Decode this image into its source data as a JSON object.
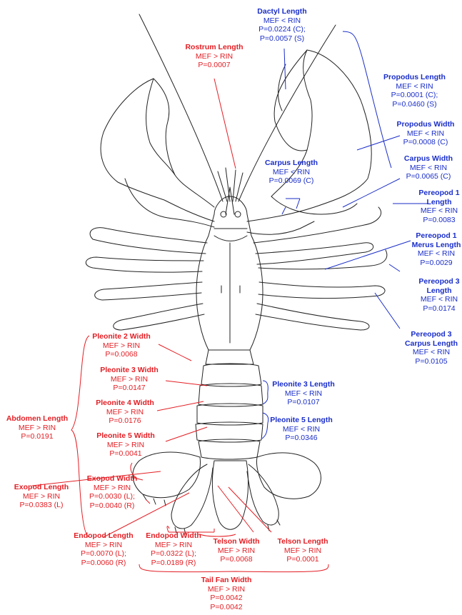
{
  "colors": {
    "increase": "#e31e24",
    "decrease": "#1a2ec9",
    "drawing": "#222222"
  },
  "labels": {
    "dactyl_length": {
      "title": "Dactyl Length",
      "lines": [
        "MEF < RIN",
        "P=0.0224 (C);",
        "P=0.0057 (S)"
      ]
    },
    "rostrum_length": {
      "title": "Rostrum Length",
      "lines": [
        "MEF > RIN",
        "P=0.0007"
      ]
    },
    "propodus_length": {
      "title": "Propodus Length",
      "lines": [
        "MEF < RIN",
        "P=0.0001 (C);",
        "P=0.0460 (S)"
      ]
    },
    "propodus_width": {
      "title": "Propodus Width",
      "lines": [
        "MEF < RIN",
        "P=0.0008 (C)"
      ]
    },
    "carpus_width": {
      "title": "Carpus Width",
      "lines": [
        "MEF < RIN",
        "P=0.0065 (C)"
      ]
    },
    "carpus_length": {
      "title": "Carpus Length",
      "lines": [
        "MEF < RIN",
        "P=0.0069 (C)"
      ]
    },
    "pereopod1_length": {
      "title": "Pereopod 1 Length",
      "lines": [
        "MEF < RIN",
        "P=0.0083"
      ]
    },
    "pereopod1_merus": {
      "title": "Pereopod 1 Merus Length",
      "lines": [
        "MEF < RIN",
        "P=0.0029"
      ]
    },
    "pereopod3_length": {
      "title": "Pereopod 3 Length",
      "lines": [
        "MEF < RIN",
        "P=0.0174"
      ]
    },
    "pereopod3_carpus": {
      "title": "Pereopod 3 Carpus Length",
      "lines": [
        "MEF < RIN",
        "P=0.0105"
      ]
    },
    "pleonite2_width": {
      "title": "Pleonite 2 Width",
      "lines": [
        "MEF > RIN",
        "P=0.0068"
      ]
    },
    "pleonite3_width": {
      "title": "Pleonite 3 Width",
      "lines": [
        "MEF > RIN",
        "P=0.0147"
      ]
    },
    "pleonite3_length": {
      "title": "Pleonite 3 Length",
      "lines": [
        "MEF < RIN",
        "P=0.0107"
      ]
    },
    "pleonite4_width": {
      "title": "Pleonite 4 Width",
      "lines": [
        "MEF > RIN",
        "P=0.0176"
      ]
    },
    "pleonite5_length": {
      "title": "Pleonite 5 Length",
      "lines": [
        "MEF < RIN",
        "P=0.0346"
      ]
    },
    "pleonite5_width": {
      "title": "Pleonite 5 Width",
      "lines": [
        "MEF > RIN",
        "P=0.0041"
      ]
    },
    "abdomen_length": {
      "title": "Abdomen Length",
      "lines": [
        "MEF > RIN",
        "P=0.0191"
      ]
    },
    "exopod_width": {
      "title": "Exopod Width",
      "lines": [
        "MEF > RIN",
        "P=0.0030 (L);",
        "P=0.0040 (R)"
      ]
    },
    "exopod_length": {
      "title": "Exopod Length",
      "lines": [
        "MEF > RIN",
        "P=0.0383 (L)"
      ]
    },
    "endopod_length": {
      "title": "Endopod Length",
      "lines": [
        "MEF > RIN",
        "P=0.0070 (L);",
        "P=0.0060 (R)"
      ]
    },
    "endopod_width": {
      "title": "Endopod Width",
      "lines": [
        "MEF > RIN",
        "P=0.0322 (L);",
        "P=0.0189 (R)"
      ]
    },
    "telson_width": {
      "title": "Telson Width",
      "lines": [
        "MEF > RIN",
        "P=0.0068"
      ]
    },
    "telson_length": {
      "title": "Telson Length",
      "lines": [
        "MEF > RIN",
        "P=0.0001"
      ]
    },
    "tail_fan_width": {
      "title": "Tail Fan Width",
      "lines": [
        "MEF > RIN",
        "P=0.0042",
        "P=0.0042"
      ]
    }
  }
}
